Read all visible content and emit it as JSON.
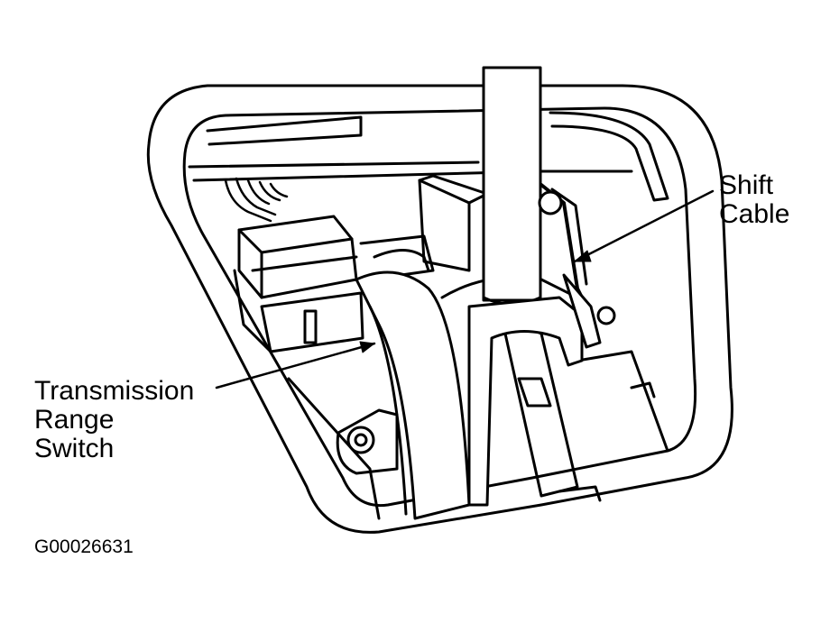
{
  "callouts": {
    "shift_cable": [
      "Shift",
      "Cable"
    ],
    "transmission_range_switch": [
      "Transmission",
      "Range",
      "Switch"
    ]
  },
  "figure_id": "G00026631",
  "colors": {
    "ink": "#000000",
    "paper": "#ffffff"
  }
}
